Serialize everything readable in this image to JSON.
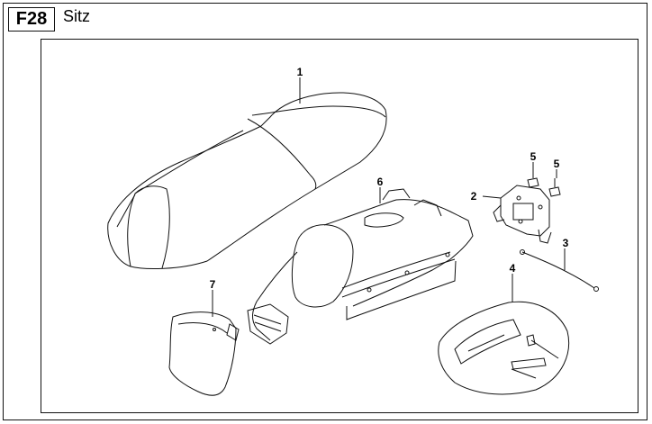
{
  "header": {
    "code": "F28",
    "title": "Sitz"
  },
  "callouts": [
    "1",
    "2",
    "3",
    "4",
    "5",
    "5",
    "6",
    "7"
  ],
  "parts": [
    {
      "ref": "1",
      "name": "seat-icon"
    },
    {
      "ref": "2",
      "name": "seat-lock-bracket-icon"
    },
    {
      "ref": "3",
      "name": "seat-release-cable-icon"
    },
    {
      "ref": "4",
      "name": "tool-kit-icon"
    },
    {
      "ref": "5",
      "name": "bolt-icon"
    },
    {
      "ref": "6",
      "name": "rear-tray-icon"
    },
    {
      "ref": "7",
      "name": "side-cover-icon"
    }
  ]
}
